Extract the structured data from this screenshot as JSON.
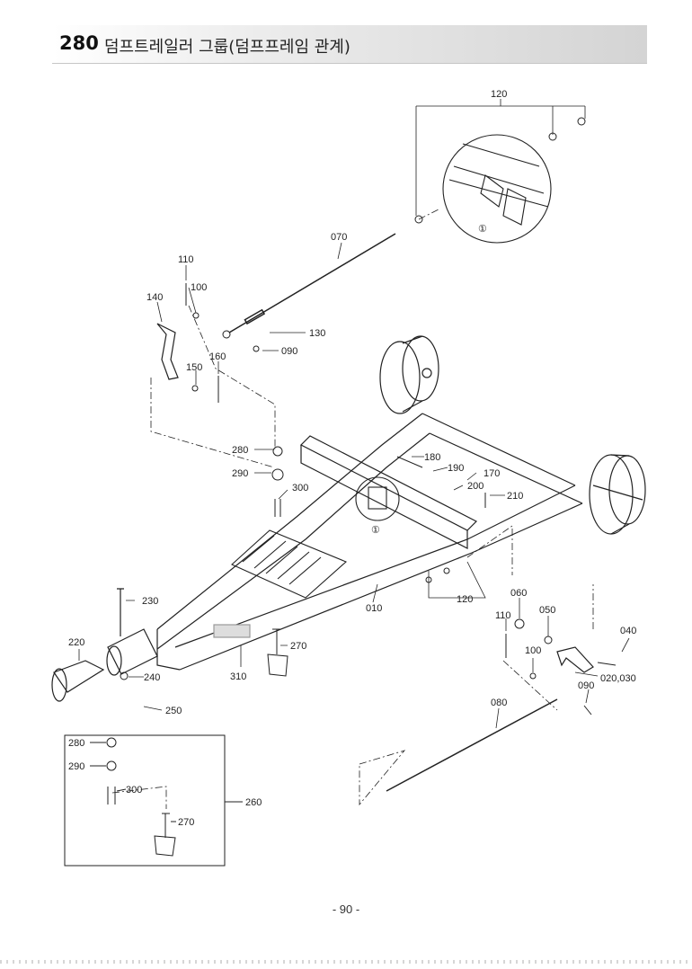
{
  "header": {
    "section_number": "280",
    "title": "덤프트레일러 그룹(덤프프레임 관계)"
  },
  "footer": {
    "page": "- 90 -"
  },
  "callouts": {
    "c120a": "120",
    "c070": "070",
    "c110a": "110",
    "c100a": "100",
    "c140": "140",
    "c130": "130",
    "c090a": "090",
    "c150": "150",
    "c160": "160",
    "c280a": "280",
    "c290a": "290",
    "c300a": "300",
    "c180": "180",
    "c190": "190",
    "c170": "170",
    "c200": "200",
    "c210": "210",
    "c120b": "120",
    "c010": "010",
    "c060": "060",
    "c050": "050",
    "c110b": "110",
    "c100b": "100",
    "c040": "040",
    "c020030": "020,030",
    "c090b": "090",
    "c230": "230",
    "c220": "220",
    "c270a": "270",
    "c310": "310",
    "c240": "240",
    "c250": "250",
    "c080": "080",
    "c280b": "280",
    "c290b": "290",
    "c300b": "300",
    "c270b": "270",
    "c260": "260"
  },
  "detail_markers": {
    "top": "①",
    "frame": "①"
  }
}
